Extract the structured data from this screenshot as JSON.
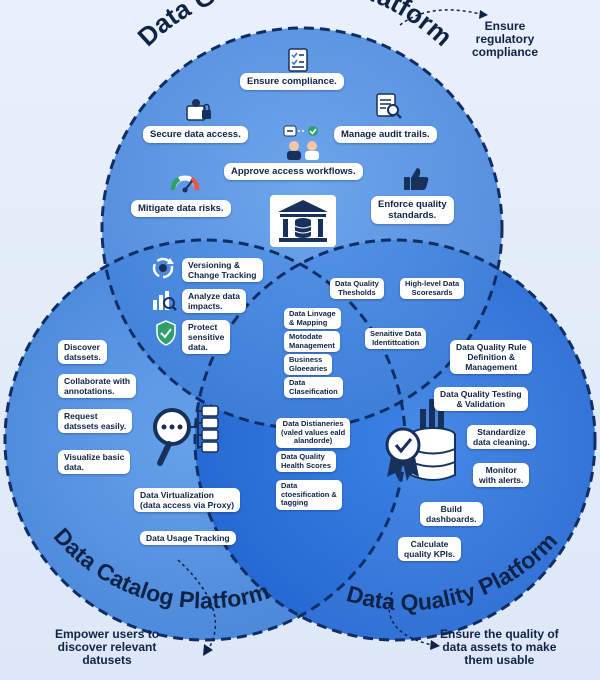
{
  "titles": {
    "governance": "Data Governance Platform",
    "catalog": "Data Catalog Platform",
    "quality": "Data Quality Platform"
  },
  "notes": {
    "top_right": [
      "Ensure",
      "regulatory",
      "compliance"
    ],
    "bottom_left": [
      "Empower users to",
      "discover relevant",
      "datusets"
    ],
    "bottom_right": [
      "Ensure the quality of",
      "data assets to make",
      "them usable"
    ]
  },
  "governance_items": {
    "ensure_compliance": [
      "Ensure compliance."
    ],
    "secure_access": [
      "Secure data access."
    ],
    "audit_trails": [
      "Manage audit trails."
    ],
    "approve_workflows": [
      "Approve access workflows."
    ],
    "mitigate_risks": [
      "Mitigate data risks."
    ],
    "enforce_standards": [
      "Enforce quality",
      "standards."
    ]
  },
  "gov_catalog_items": {
    "versioning": [
      "Versioning &",
      "Change Tracking"
    ],
    "analyze_impacts": [
      "Analyze data",
      "impacts."
    ],
    "protect_sensitive": [
      "Protect",
      "sensitive",
      "data."
    ]
  },
  "gov_quality_items": {
    "quality_thresholds": [
      "Data Quality",
      "Thesholds"
    ],
    "scorecards": [
      "High-level Data",
      "Scoresards"
    ],
    "sensitive_identification": [
      "Senaitive Data",
      "Identittcation"
    ]
  },
  "center_items": {
    "lineage": [
      "Data Linvage",
      "& Mapping"
    ],
    "metadata": [
      "Motodate",
      "Management"
    ],
    "glossaries": [
      "Business",
      "Gloeearies"
    ],
    "classification": [
      "Data",
      "Claseification"
    ]
  },
  "catalog_quality_items": {
    "dictionaries": [
      "Data Distianeries",
      "(valed values eald",
      "alandorde)"
    ],
    "health_scores": [
      "Data Quality",
      "Health Scores"
    ],
    "classification_tagging": [
      "Data",
      "ctoesification &",
      "tagging"
    ]
  },
  "catalog_items": {
    "discover": [
      "Discover",
      "datssets."
    ],
    "collaborate": [
      "Collaborate with",
      "annotations."
    ],
    "request": [
      "Request",
      "datssets easily."
    ],
    "visualize": [
      "Visualize basic",
      "data."
    ],
    "virtualization": [
      "Data Virtualization",
      "(data access via Proxy)"
    ],
    "usage_tracking": [
      "Data Usage Tracking"
    ]
  },
  "quality_items": {
    "rule_definition": [
      "Data Quality Rule",
      "Definition &",
      "Management"
    ],
    "testing": [
      "Data Quality Testing",
      "& Validation"
    ],
    "standardize": [
      "Standardize",
      "data cleaning."
    ],
    "monitor": [
      "Monitor",
      "with alerts."
    ],
    "dashboards": [
      "Build",
      "dashboards."
    ],
    "kpis": [
      "Calculate",
      "quality KPIs."
    ]
  },
  "icons": {
    "ensure_compliance": "checklist-icon",
    "secure_access": "secure-access-icon",
    "audit_trails": "audit-magnifier-icon",
    "approve_workflows": "approval-workflow-icon",
    "mitigate_risks": "risk-gauge-icon",
    "enforce_standards": "thumbs-up-icon",
    "governance_center": "institution-database-icon",
    "versioning": "version-cycle-icon",
    "analyze_impacts": "impact-chart-icon",
    "protect_sensitive": "shield-check-icon",
    "catalog_center": "search-hierarchy-icon",
    "quality_center": "database-award-icon"
  },
  "colors": {
    "background": "#e4ecf9",
    "governance_circle": "#4a8be0",
    "catalog_circle": "#4a8be0",
    "quality_circle": "#2d74dc",
    "outline": "#0f2e66",
    "text_dark": "#0f2347"
  }
}
